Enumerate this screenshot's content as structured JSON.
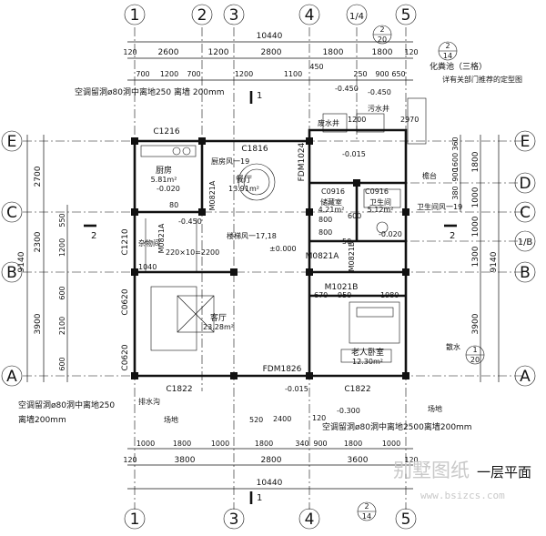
{
  "axes": {
    "top": [
      "1",
      "2",
      "3",
      "4",
      "1/4",
      "5"
    ],
    "bottom": [
      "1",
      "3",
      "4",
      "5"
    ],
    "left": [
      "E",
      "C",
      "B",
      "A"
    ],
    "right": [
      "E",
      "D",
      "C",
      "1/B",
      "B",
      "A"
    ]
  },
  "dims": {
    "top_total": "10440",
    "top_row1": [
      "120",
      "2600",
      "1200",
      "2800",
      "1800",
      "1800",
      "120"
    ],
    "top_row2": [
      "700",
      "1200",
      "700",
      "1200",
      "1100",
      "450",
      "250",
      "900",
      "650"
    ],
    "bottom_row1": [
      "1000",
      "1800",
      "1000",
      "1800",
      "340",
      "900",
      "1800",
      "1000"
    ],
    "bottom_row2": [
      "120",
      "3800",
      "2800",
      "3600",
      "120"
    ],
    "bottom_total": "10440",
    "left_outer": [
      "2700",
      "2300",
      "3900",
      "9140"
    ],
    "left_inner": [
      "550",
      "1200",
      "600",
      "600",
      "2100"
    ],
    "right_outer": [
      "1800",
      "1000",
      "1000",
      "1300",
      "3900",
      "9140"
    ],
    "right_inner": [
      "1600",
      "380",
      "360",
      "900"
    ]
  },
  "rooms": {
    "kitchen": {
      "name": "厨房",
      "area": "5.81m²"
    },
    "dining": {
      "name": "餐厅",
      "area": "13.91m²"
    },
    "storage": {
      "name": "储藏室",
      "area": "4.21m²"
    },
    "bathroom": {
      "name": "卫生间",
      "area": "5.12m²"
    },
    "living": {
      "name": "客厅",
      "area": "23.28m²"
    },
    "elder_bedroom": {
      "name": "老人卧室",
      "area": "12.30m²"
    },
    "utility": {
      "name": "杂物间"
    }
  },
  "labels": {
    "ac_top": "空调留洞ø80洞中离地250 离墙 200mm",
    "ac_left_1": "空调留洞ø80洞中离地250",
    "ac_left_2": "离墙200mm",
    "ac_bottom": "空调留洞ø80洞中离地2500离墙200mm",
    "septic_1": "化粪池（三格）",
    "septic_2": "详有关部门推荐的定型图",
    "kitchen_vent": "厨房风一19",
    "bath_vent": "卫生间风一19",
    "stair": "楼梯风一17,18",
    "pool": "废水井",
    "sewage": "污水井",
    "yard": "檐台",
    "gutter": "散水",
    "trench": "排水沟",
    "slope_1": "场地",
    "slope_2": "场地",
    "floor_title": "一层平面"
  },
  "doors": [
    "C1216",
    "C1816",
    "FDM1024",
    "C0916",
    "C0916",
    "M0821A",
    "M0821A",
    "M0821B",
    "M1021B",
    "C1210",
    "C0620",
    "C0620",
    "C1822",
    "FDM1826",
    "C1822",
    "M0821A"
  ],
  "elevations": [
    "-0.450",
    "-0.015",
    "-0.020",
    "-0.450",
    "±0.000",
    "-0.020",
    "-0.015",
    "-0.300",
    "-0.450"
  ],
  "misc": {
    "stair_dims": "220×10=2200",
    "sec_top": "1",
    "sec_bottom": "1",
    "sec_2_left": "2",
    "sec_2_right": "2",
    "dim_2970": "2970",
    "dim_1200": "1200",
    "dim_1980": "1980",
    "dim_2400": "2400",
    "dim_1040": "1040",
    "dim_670": "670",
    "dim_950": "950",
    "dim_800a": "800",
    "dim_600": "600",
    "dim_800b": "800",
    "dim_50": "50",
    "dim_520": "520",
    "dim_120_a": "120",
    "dim_80": "80",
    "detail_a_top": "2",
    "detail_a_bot": "20",
    "detail_b_top": "2",
    "detail_b_bot": "14",
    "detail_c_top": "2",
    "detail_c_bot": "14",
    "detail_d_top": "1",
    "detail_d_bot": "20"
  },
  "watermark": {
    "brand": "别墅图纸",
    "site": "www.bsizcs.com"
  }
}
